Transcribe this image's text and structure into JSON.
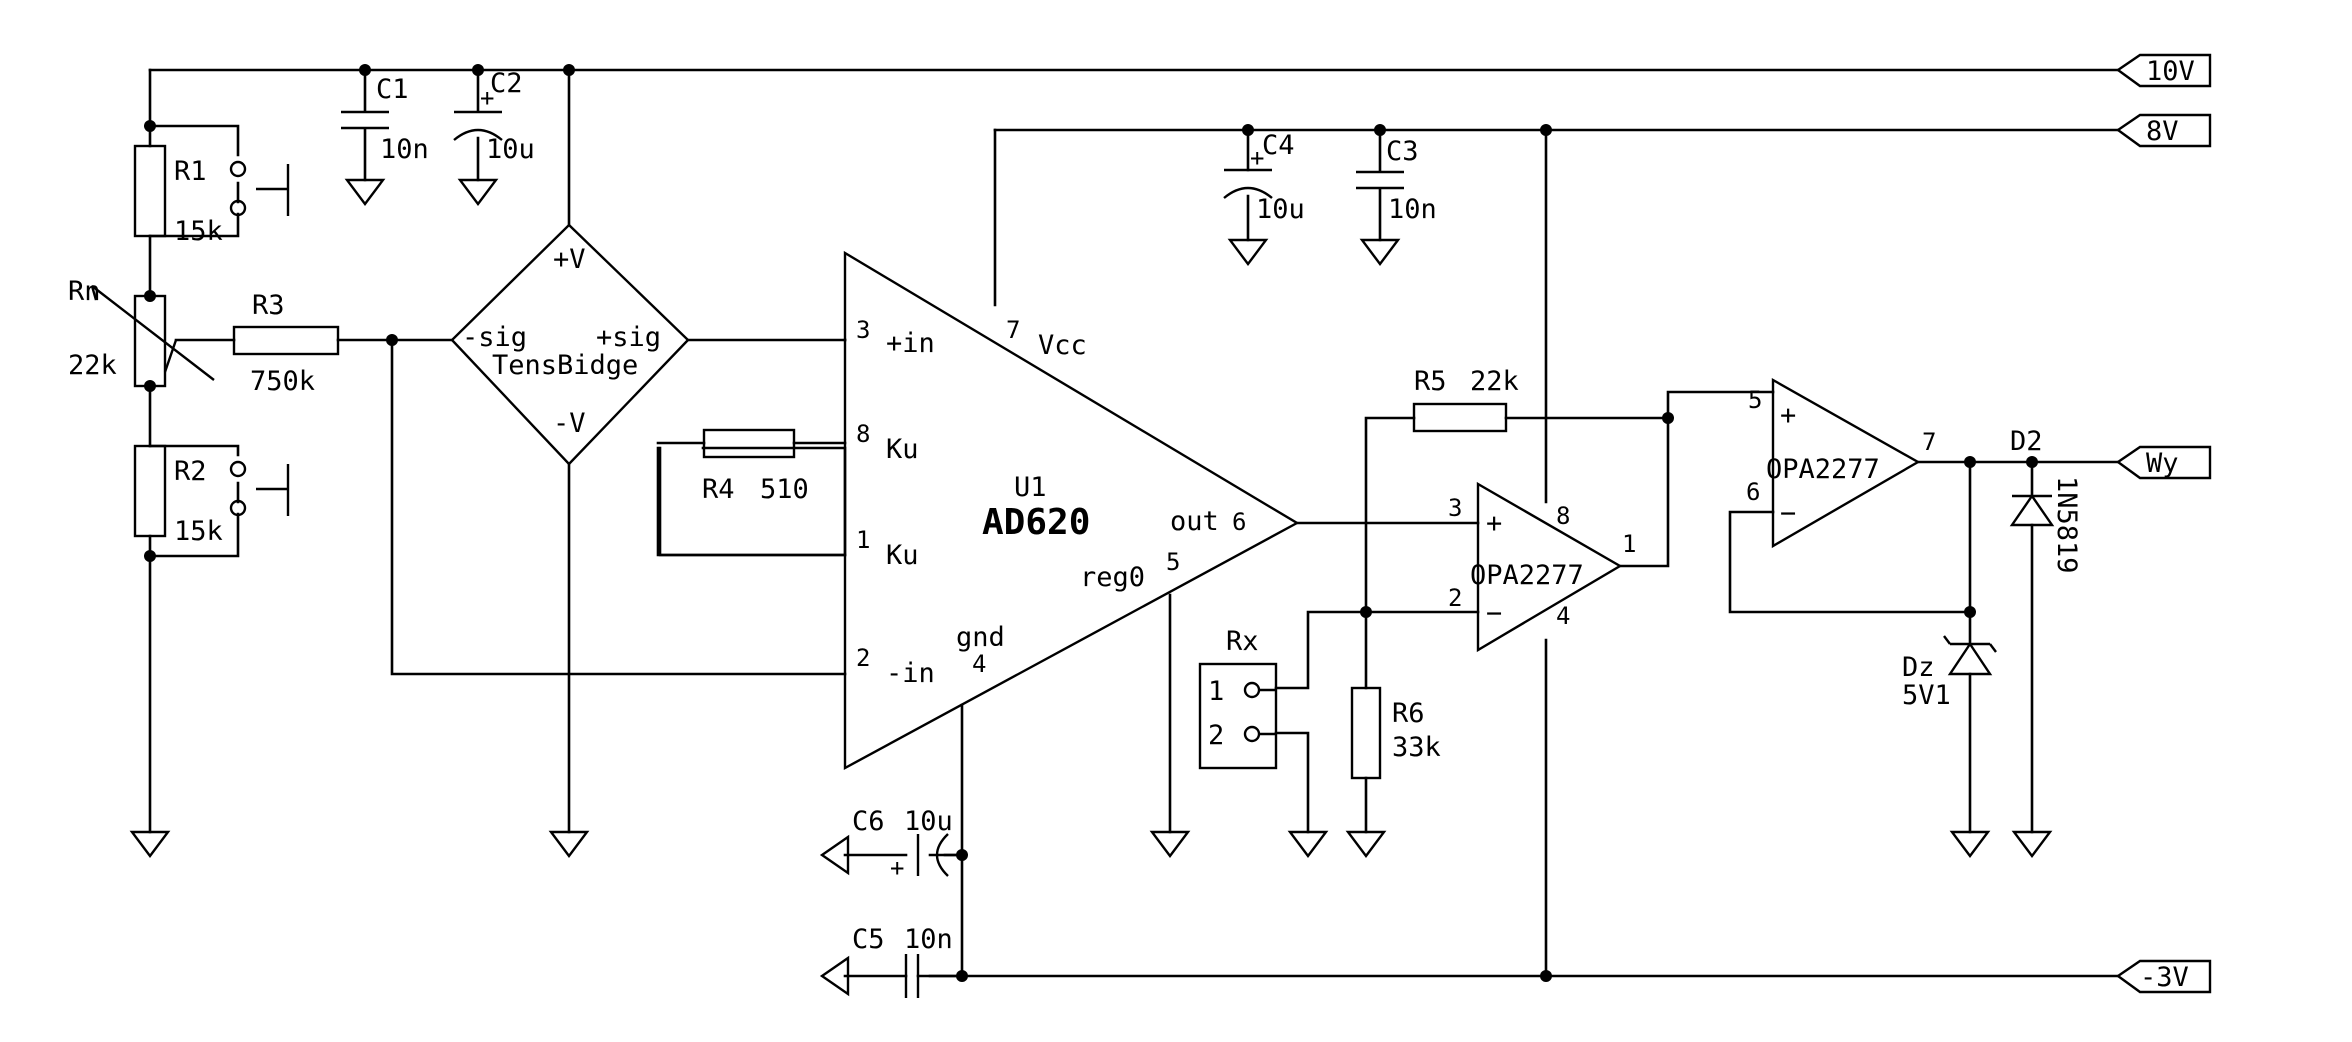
{
  "nets": {
    "vcc10": "10V",
    "vcc8": "8V",
    "vneg": "-3V",
    "out": "Wy"
  },
  "u1": {
    "ref": "U1",
    "part": "AD620",
    "pin3": "3",
    "in_pos": "+in",
    "pin7": "7",
    "vcc": "Vcc",
    "pin8": "8",
    "ku1": "Ku",
    "pin1": "1",
    "ku2": "Ku",
    "out": "out",
    "pin6": "6",
    "reg": "reg0",
    "pin5": "5",
    "gnd": "gnd",
    "pin4": "4",
    "pin2": "2",
    "in_neg": "-in"
  },
  "bridge": {
    "vpos": "+V",
    "vneg": "-V",
    "sig_neg": "-sig",
    "sig_pos": "+sig",
    "name": "TensBidge"
  },
  "amp1": {
    "name": "OPA2277",
    "pin3": "3",
    "pin2": "2",
    "pin8": "8",
    "pin4": "4",
    "pin1": "1",
    "plus": "+",
    "minus": "−"
  },
  "amp2": {
    "name": "OPA2277",
    "pin5": "5",
    "pin6": "6",
    "pin7": "7",
    "plus": "+",
    "minus": "−"
  },
  "components": {
    "r1": {
      "ref": "R1",
      "value": "15k"
    },
    "r2": {
      "ref": "R2",
      "value": "15k"
    },
    "rn": {
      "ref": "Rn",
      "value": "22k"
    },
    "r3": {
      "ref": "R3",
      "value": "750k"
    },
    "r4": {
      "ref": "R4",
      "value": "510"
    },
    "r5": {
      "ref": "R5",
      "value": "22k"
    },
    "r6": {
      "ref": "R6",
      "value": "33k"
    },
    "c1": {
      "ref": "C1",
      "value": "10n"
    },
    "c2": {
      "ref": "C2",
      "value": "10u"
    },
    "c3": {
      "ref": "C3",
      "value": "10n"
    },
    "c4": {
      "ref": "C4",
      "value": "10u"
    },
    "c5": {
      "ref": "C5",
      "value": "10n"
    },
    "c6": {
      "ref": "C6",
      "value": "10u"
    },
    "rx": {
      "ref": "Rx",
      "pin1": "1",
      "pin2": "2"
    },
    "d2": {
      "ref": "D2",
      "value": "1N5819"
    },
    "dz": {
      "ref": "Dz",
      "value": "5V1"
    }
  },
  "symbols": {
    "plus": "+"
  }
}
